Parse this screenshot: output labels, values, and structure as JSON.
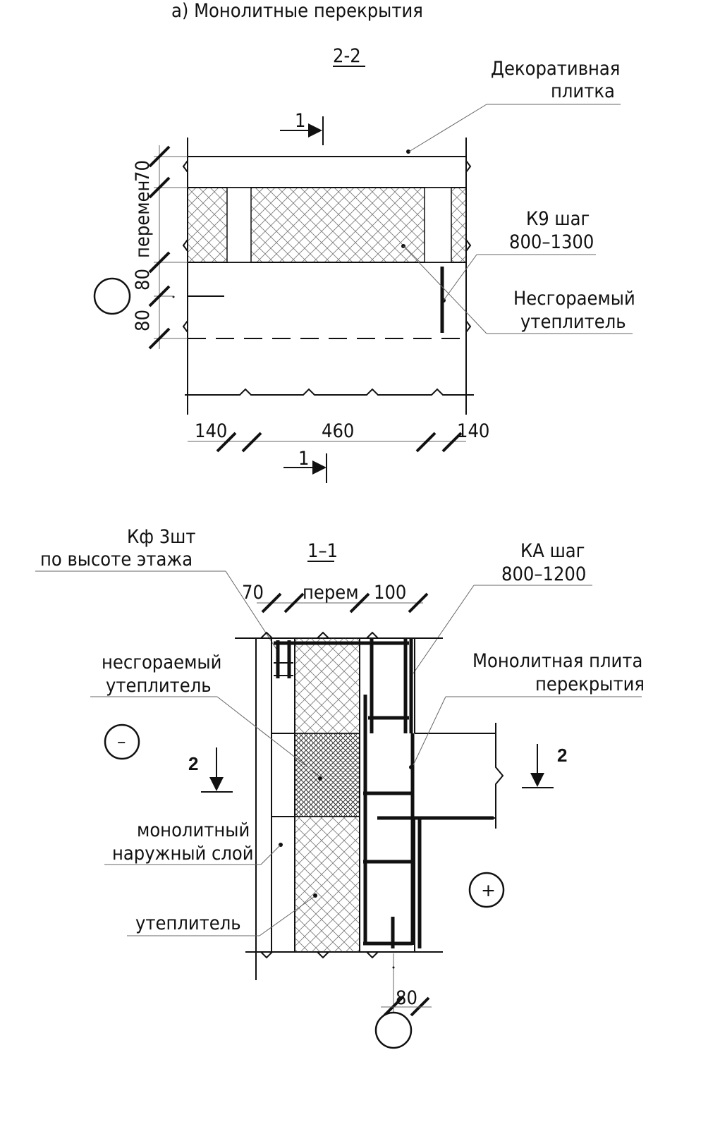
{
  "title": "а) Монолитные перекрытия",
  "section_2_2": {
    "label": "2-2",
    "label_decor_1": "Декоративная",
    "label_decor_2": "плитка",
    "label_k9_1": "К9 шаг",
    "label_k9_2": "800–1300",
    "label_insul_1": "Несгораемый",
    "label_insul_2": "утеплитель",
    "dim_left_top": "70",
    "dim_left_var": "перемен.",
    "dim_left_80a": "80",
    "dim_left_80b": "80",
    "dim_bottom_1": "140",
    "dim_bottom_2": "460",
    "dim_bottom_3": "140",
    "cut_marker": "1"
  },
  "section_1_1": {
    "label": "1–1",
    "label_kf_1": "Кф 3шт",
    "label_kf_2": "по высоте этажа",
    "label_ka_1": "КА шаг",
    "label_ka_2": "800–1200",
    "dim_top_1": "70",
    "dim_top_2": "перем",
    "dim_top_3": "100",
    "label_insul_1": "несгораемый",
    "label_insul_2": "утеплитель",
    "label_slab_1": "Монолитная плита",
    "label_slab_2": "перекрытия",
    "label_outer_1": "монолитный",
    "label_outer_2": "наружный слой",
    "label_utep": "утеплитель",
    "marker_minus": "–",
    "marker_plus": "+",
    "cut_marker": "2",
    "dim_bottom": "80"
  }
}
